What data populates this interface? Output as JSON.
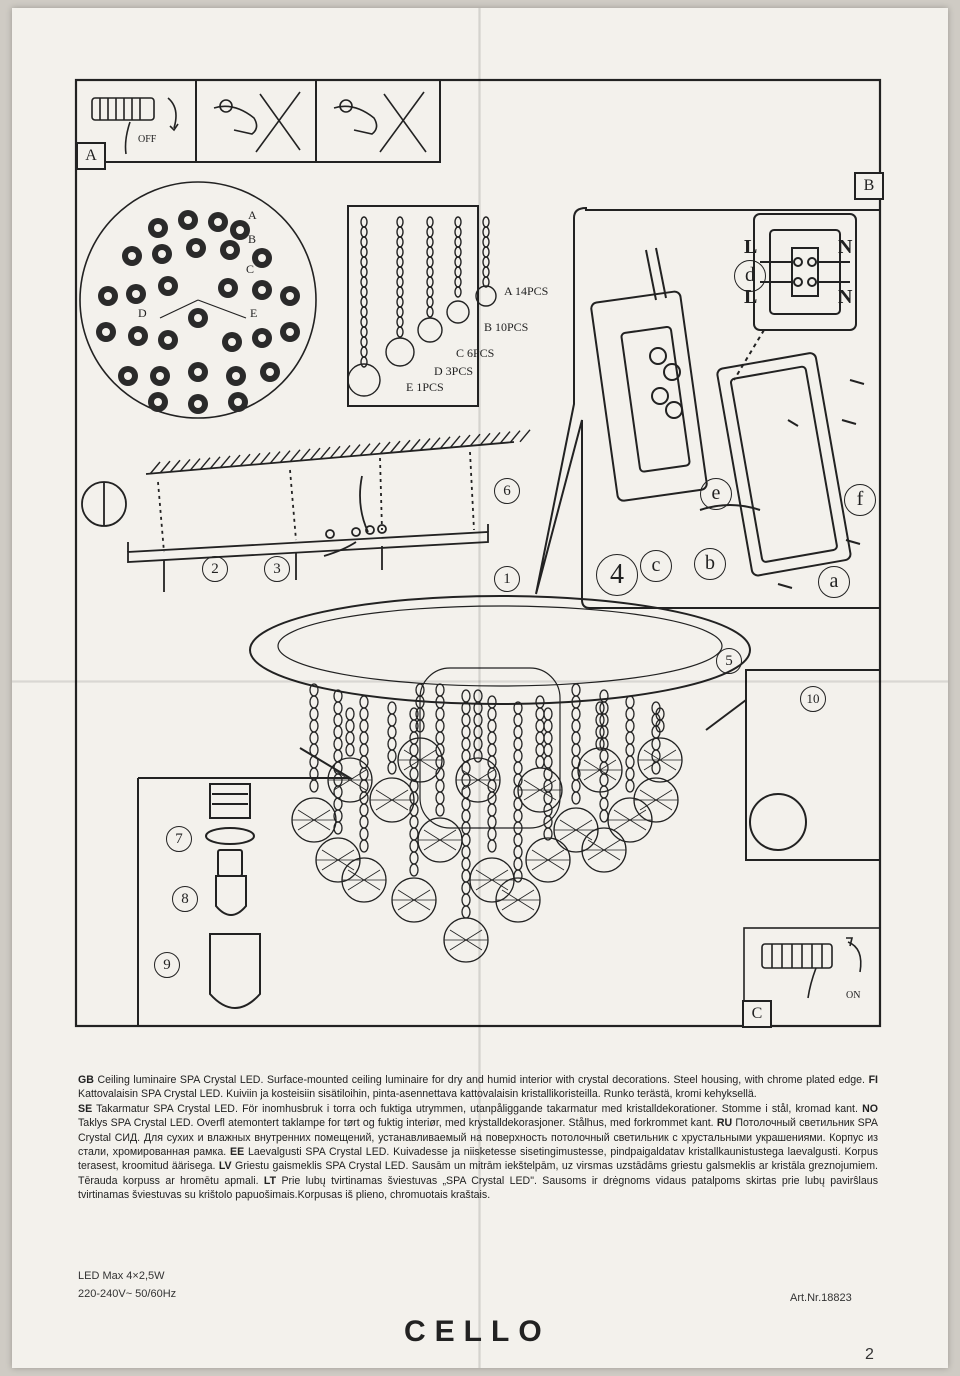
{
  "panels": {
    "a": "A",
    "b": "B",
    "c": "C"
  },
  "labels": {
    "off": "OFF",
    "on": "ON",
    "point_a": "A",
    "point_b": "B",
    "point_c": "C",
    "point_d": "D",
    "point_e": "E",
    "pcs_a": "A 14PCS",
    "pcs_b": "B 10PCS",
    "pcs_c": "C 6PCS",
    "pcs_d": "D 3PCS",
    "pcs_e": "E 1PCS",
    "wire_l1": "L",
    "wire_l2": "L",
    "wire_n1": "N",
    "wire_n2": "N",
    "sub_a": "a",
    "sub_b": "b",
    "sub_c": "c",
    "sub_d": "d",
    "sub_e": "e",
    "sub_f": "f"
  },
  "steps": [
    "1",
    "2",
    "3",
    "4",
    "5",
    "6",
    "7",
    "8",
    "9",
    "10"
  ],
  "description": {
    "gb_code": "GB",
    "gb": "Ceiling luminaire SPA Crystal LED. Surface-mounted ceiling luminaire for dry and humid interior with crystal decorations. Steel housing, with chrome plated edge.",
    "fi_code": "FI",
    "fi": "Kattovalaisin SPA Crystal LED. Kuiviin ja kosteisiin sisätiloihin, pinta-asennettava kattovalaisin kristallikoristeilla. Runko terästä, kromi kehyksellä.",
    "se_code": "SE",
    "se": "Takarmatur SPA Crystal LED. För inomhusbruk i torra och fuktiga utrymmen, utanpåliggande takarmatur med kristalldekorationer. Stomme i stål, kromad kant.",
    "no_code": "NO",
    "no": "Taklys SPA Crystal LED. Overfl atemontert taklampe for tørt og fuktig interiør, med krystalldekorasjoner. Stålhus, med forkrommet kant.",
    "ru_code": "RU",
    "ru": "Потолочный светильник SPA Crystal СИД. Для сухих и влажных внутренних помещений, устанавливаемый на поверхность потолочный светильник с хрустальными украшениями. Корпус из стали, хромированная рамка.",
    "ee_code": "EE",
    "ee": "Laevalgusti SPA Crystal LED. Kuivadesse ja niisketesse sisetingimustesse, pindpaigaldatav kristallkaunistustega laevalgusti. Korpus terasest, kroomitud äärisega.",
    "lv_code": "LV",
    "lv": "Griestu gaismeklis SPA Crystal LED. Sausām un mitrām iekštelpām, uz virsmas uzstādāms griestu galsmeklis ar kristāla greznojumiem. Tērauda korpuss ar hromētu apmali.",
    "lt_code": "LT",
    "lt": "Prie lubų tvirtinamas šviestuvas „SPA Crystal LED\". Sausoms ir drėgnoms vidaus patalpoms skirtas prie lubų pavirŝlaus tvirtinamas šviestuvas su krištolo papuošimais.Korpusas iš plieno, chromuotais kraštais."
  },
  "specs": {
    "led": "LED Max 4×2,5W",
    "voltage": "220-240V~ 50/60Hz"
  },
  "art_nr": "Art.Nr.18823",
  "brand": "CELLO",
  "page_number": "2"
}
